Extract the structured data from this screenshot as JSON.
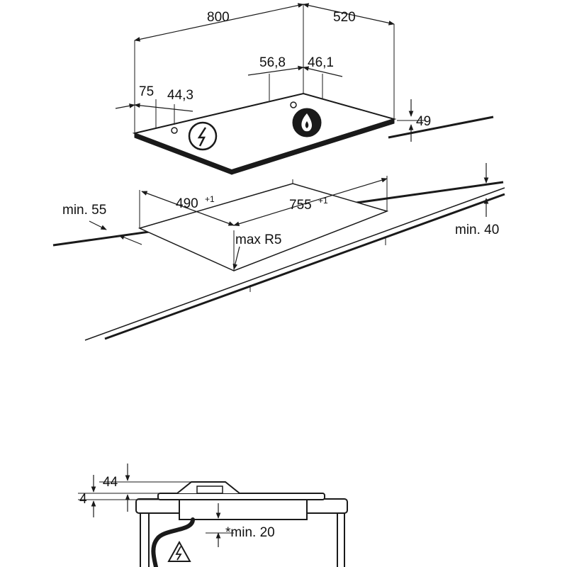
{
  "diagram": {
    "top_view": {
      "width_label": "800",
      "depth_label": "520",
      "gas_x_label": "56,8",
      "gas_y_label": "46,1",
      "elec_x_label": "75",
      "elec_y_label": "44,3",
      "height_label": "49",
      "electric_symbol": "electric-hazard-icon",
      "gas_symbol": "gas-flame-icon"
    },
    "cutout": {
      "min_front_label": "min. 55",
      "depth_label": "490",
      "depth_tolerance": "+1",
      "width_label": "755",
      "width_tolerance": "+1",
      "radius_label": "max R5",
      "worktop_label": "min. 40"
    },
    "side_view": {
      "height_label": "44",
      "thickness_label": "4",
      "clearance_label": "*min. 20",
      "warning_symbol": "electric-hazard-icon"
    },
    "colors": {
      "line": "#1a1a1a",
      "background": "#ffffff"
    }
  }
}
